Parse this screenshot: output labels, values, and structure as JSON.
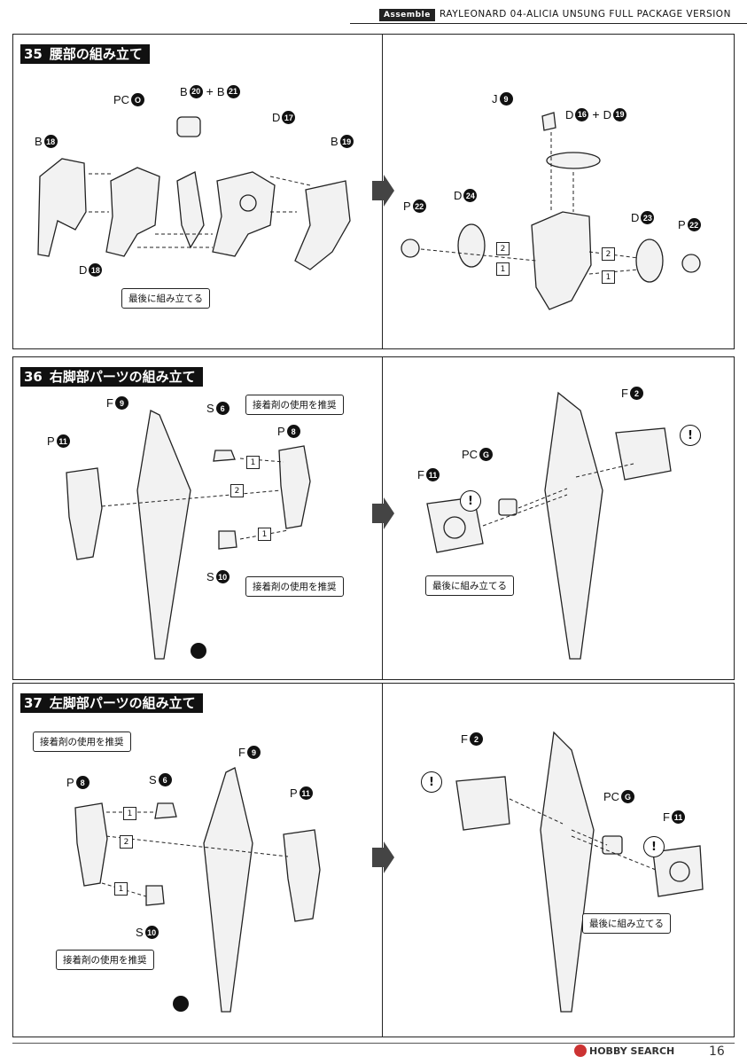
{
  "header": {
    "badge": "Assemble",
    "model": "RAYLEONARD 04-ALICIA UNSUNG FULL PACKAGE VERSION"
  },
  "steps": [
    {
      "number": "35",
      "title": "腰部の組み立て",
      "note": "最後に組み立てる",
      "left_parts": [
        {
          "letter": "PC",
          "num": "O"
        },
        {
          "letter": "B",
          "num": "20"
        },
        {
          "letter": "B",
          "num": "21"
        },
        {
          "letter": "D",
          "num": "17"
        },
        {
          "letter": "B",
          "num": "18"
        },
        {
          "letter": "B",
          "num": "19"
        },
        {
          "letter": "D",
          "num": "18"
        }
      ],
      "right_parts": [
        {
          "letter": "J",
          "num": "9"
        },
        {
          "letter": "D",
          "num": "16"
        },
        {
          "letter": "D",
          "num": "19"
        },
        {
          "letter": "P",
          "num": "22"
        },
        {
          "letter": "D",
          "num": "24"
        },
        {
          "letter": "D",
          "num": "23"
        },
        {
          "letter": "P",
          "num": "22"
        }
      ],
      "order_labels": [
        "2",
        "1",
        "2",
        "1"
      ]
    },
    {
      "number": "36",
      "title": "右脚部パーツの組み立て",
      "glue_note": "接着剤の使用を推奨",
      "note": "最後に組み立てる",
      "left_parts": [
        {
          "letter": "F",
          "num": "9"
        },
        {
          "letter": "S",
          "num": "6"
        },
        {
          "letter": "P",
          "num": "11"
        },
        {
          "letter": "P",
          "num": "8"
        },
        {
          "letter": "S",
          "num": "10"
        }
      ],
      "right_parts": [
        {
          "letter": "F",
          "num": "2"
        },
        {
          "letter": "PC",
          "num": "G"
        },
        {
          "letter": "F",
          "num": "11"
        }
      ],
      "order_labels": [
        "1",
        "2",
        "1"
      ]
    },
    {
      "number": "37",
      "title": "左脚部パーツの組み立て",
      "glue_note": "接着剤の使用を推奨",
      "note": "最後に組み立てる",
      "left_parts": [
        {
          "letter": "F",
          "num": "9"
        },
        {
          "letter": "P",
          "num": "8"
        },
        {
          "letter": "S",
          "num": "6"
        },
        {
          "letter": "P",
          "num": "11"
        },
        {
          "letter": "S",
          "num": "10"
        }
      ],
      "right_parts": [
        {
          "letter": "F",
          "num": "2"
        },
        {
          "letter": "PC",
          "num": "G"
        },
        {
          "letter": "F",
          "num": "11"
        }
      ],
      "order_labels": [
        "1",
        "2",
        "1"
      ]
    }
  ],
  "footer": {
    "watermark": "HOBBY SEARCH",
    "page": "16"
  }
}
